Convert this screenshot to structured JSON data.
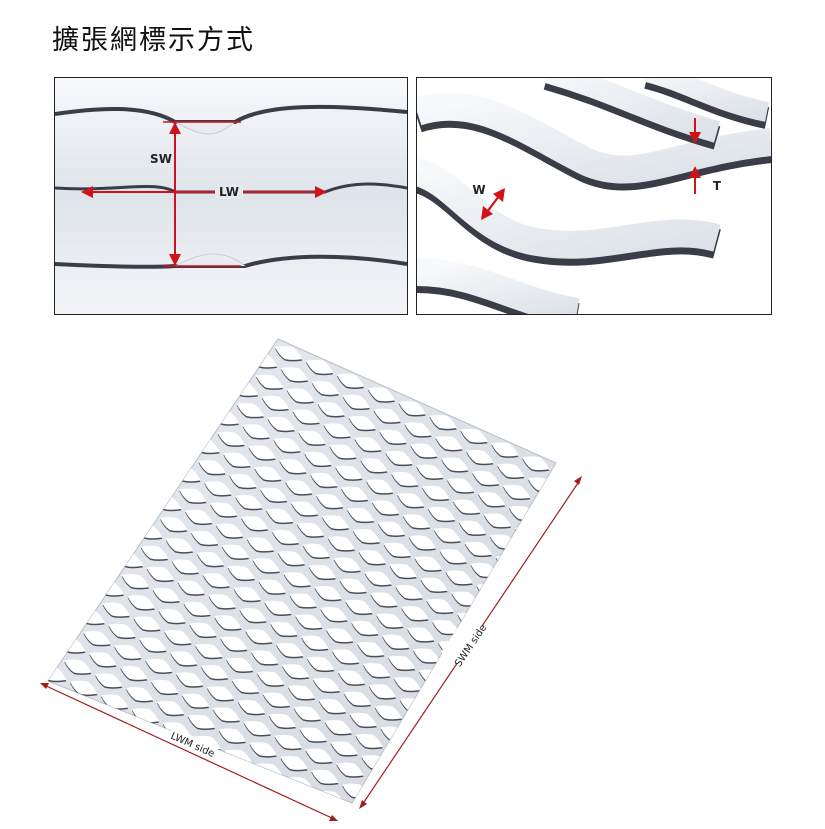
{
  "title": "擴張網標示方式",
  "left_panel": {
    "sw_label": "SW",
    "lw_label": "LW"
  },
  "right_panel": {
    "w_label": "W",
    "t_label": "T"
  },
  "mesh": {
    "swm_label": "SWM side",
    "lwm_label": "LWM side"
  },
  "colors": {
    "arrow": "#d0121b",
    "arrow_dark": "#a31d1d",
    "strand_light": "#e6eaef",
    "strand_shadow": "#3a3d47",
    "panel_bg": "#eef1f4"
  }
}
